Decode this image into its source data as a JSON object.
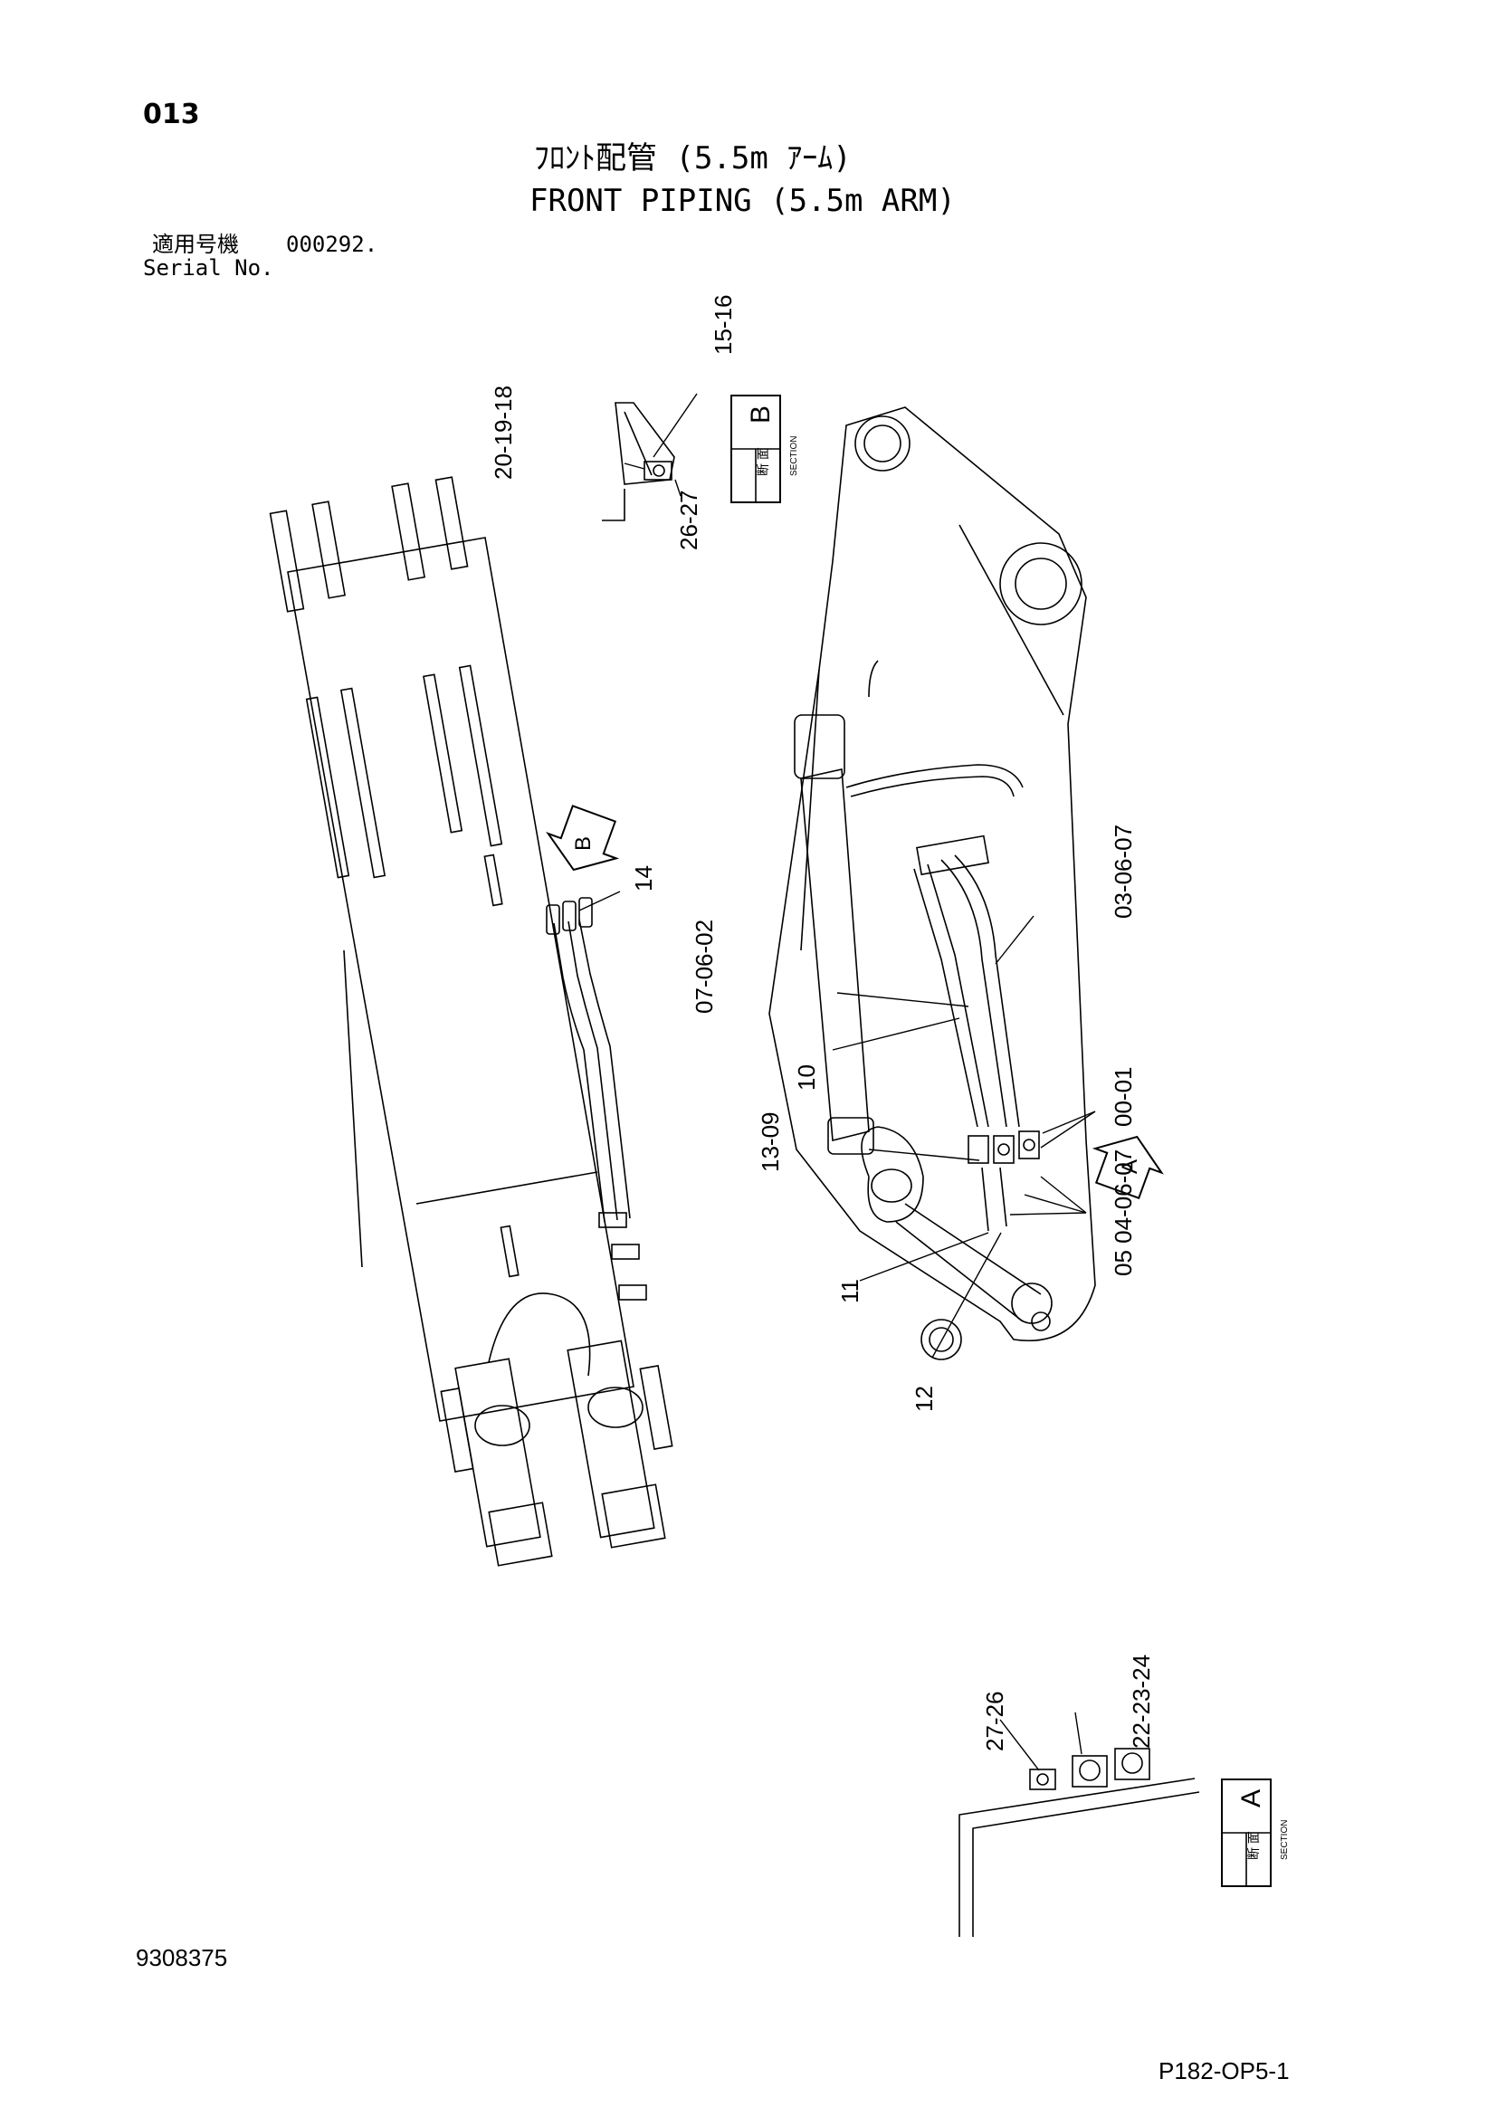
{
  "page_number": "013",
  "title_jp": "ﾌﾛﾝﾄ配管 (5.5m ｱｰﾑ)",
  "title_en": "FRONT PIPING (5.5m ARM)",
  "serial": {
    "label_jp": "適用号機",
    "value": "000292.",
    "label_en": "Serial No."
  },
  "doc_number": "9308375",
  "page_code": "P182-OP5-1",
  "section_b": {
    "letter": "B",
    "jp": "断 面",
    "en": "SECTION"
  },
  "section_a": {
    "letter": "A",
    "jp": "断 面",
    "en": "SECTION"
  },
  "arrow_a": "A",
  "arrow_b": "B",
  "callouts": {
    "c15_16": "15-16",
    "c20_19_18": "20-19-18",
    "c26_27": "26-27",
    "c14": "14",
    "c03_06_07": "03-06-07",
    "c07_06_02": "07-06-02",
    "c10": "10",
    "c00_01": "00-01",
    "c13_09": "13-09",
    "c05_04_06_07": "05 04-06-07",
    "c11": "11",
    "c12": "12",
    "c27_26": "27-26",
    "c22_23_24": "22-23-24"
  }
}
